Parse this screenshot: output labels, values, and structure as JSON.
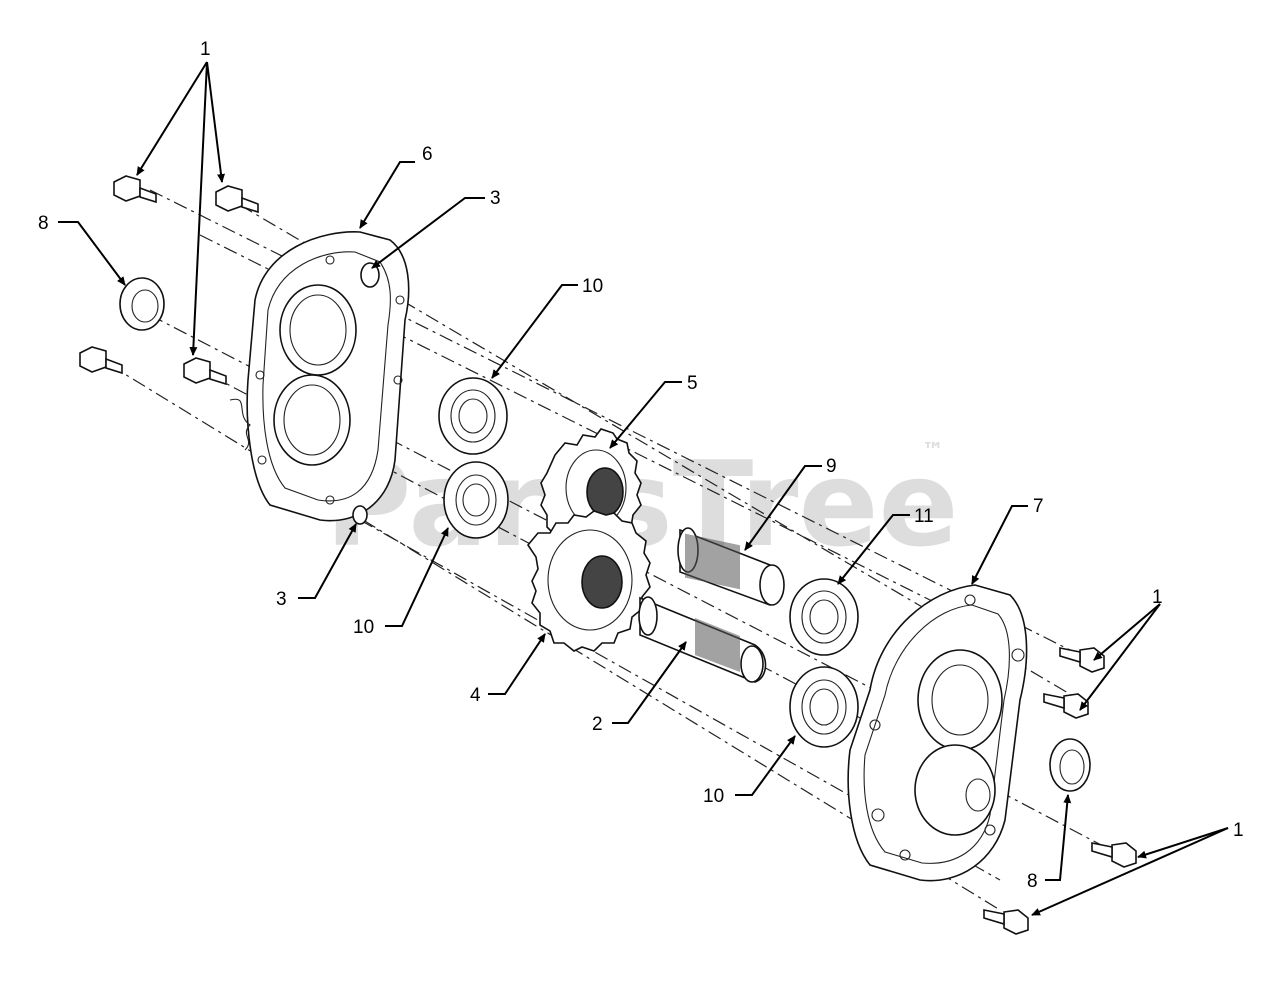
{
  "watermark": {
    "text": "PartsTree",
    "tm": "™"
  },
  "callouts": [
    {
      "id": "c1a",
      "text": "1"
    },
    {
      "id": "c6",
      "text": "6"
    },
    {
      "id": "c3a",
      "text": "3"
    },
    {
      "id": "c8a",
      "text": "8"
    },
    {
      "id": "c10a",
      "text": "10"
    },
    {
      "id": "c5",
      "text": "5"
    },
    {
      "id": "c9",
      "text": "9"
    },
    {
      "id": "c7",
      "text": "7"
    },
    {
      "id": "c11",
      "text": "11"
    },
    {
      "id": "c1b",
      "text": "1"
    },
    {
      "id": "c3b",
      "text": "3"
    },
    {
      "id": "c10b",
      "text": "10"
    },
    {
      "id": "c4",
      "text": "4"
    },
    {
      "id": "c2",
      "text": "2"
    },
    {
      "id": "c10c",
      "text": "10"
    },
    {
      "id": "c8b",
      "text": "8"
    },
    {
      "id": "c1c",
      "text": "1"
    }
  ]
}
